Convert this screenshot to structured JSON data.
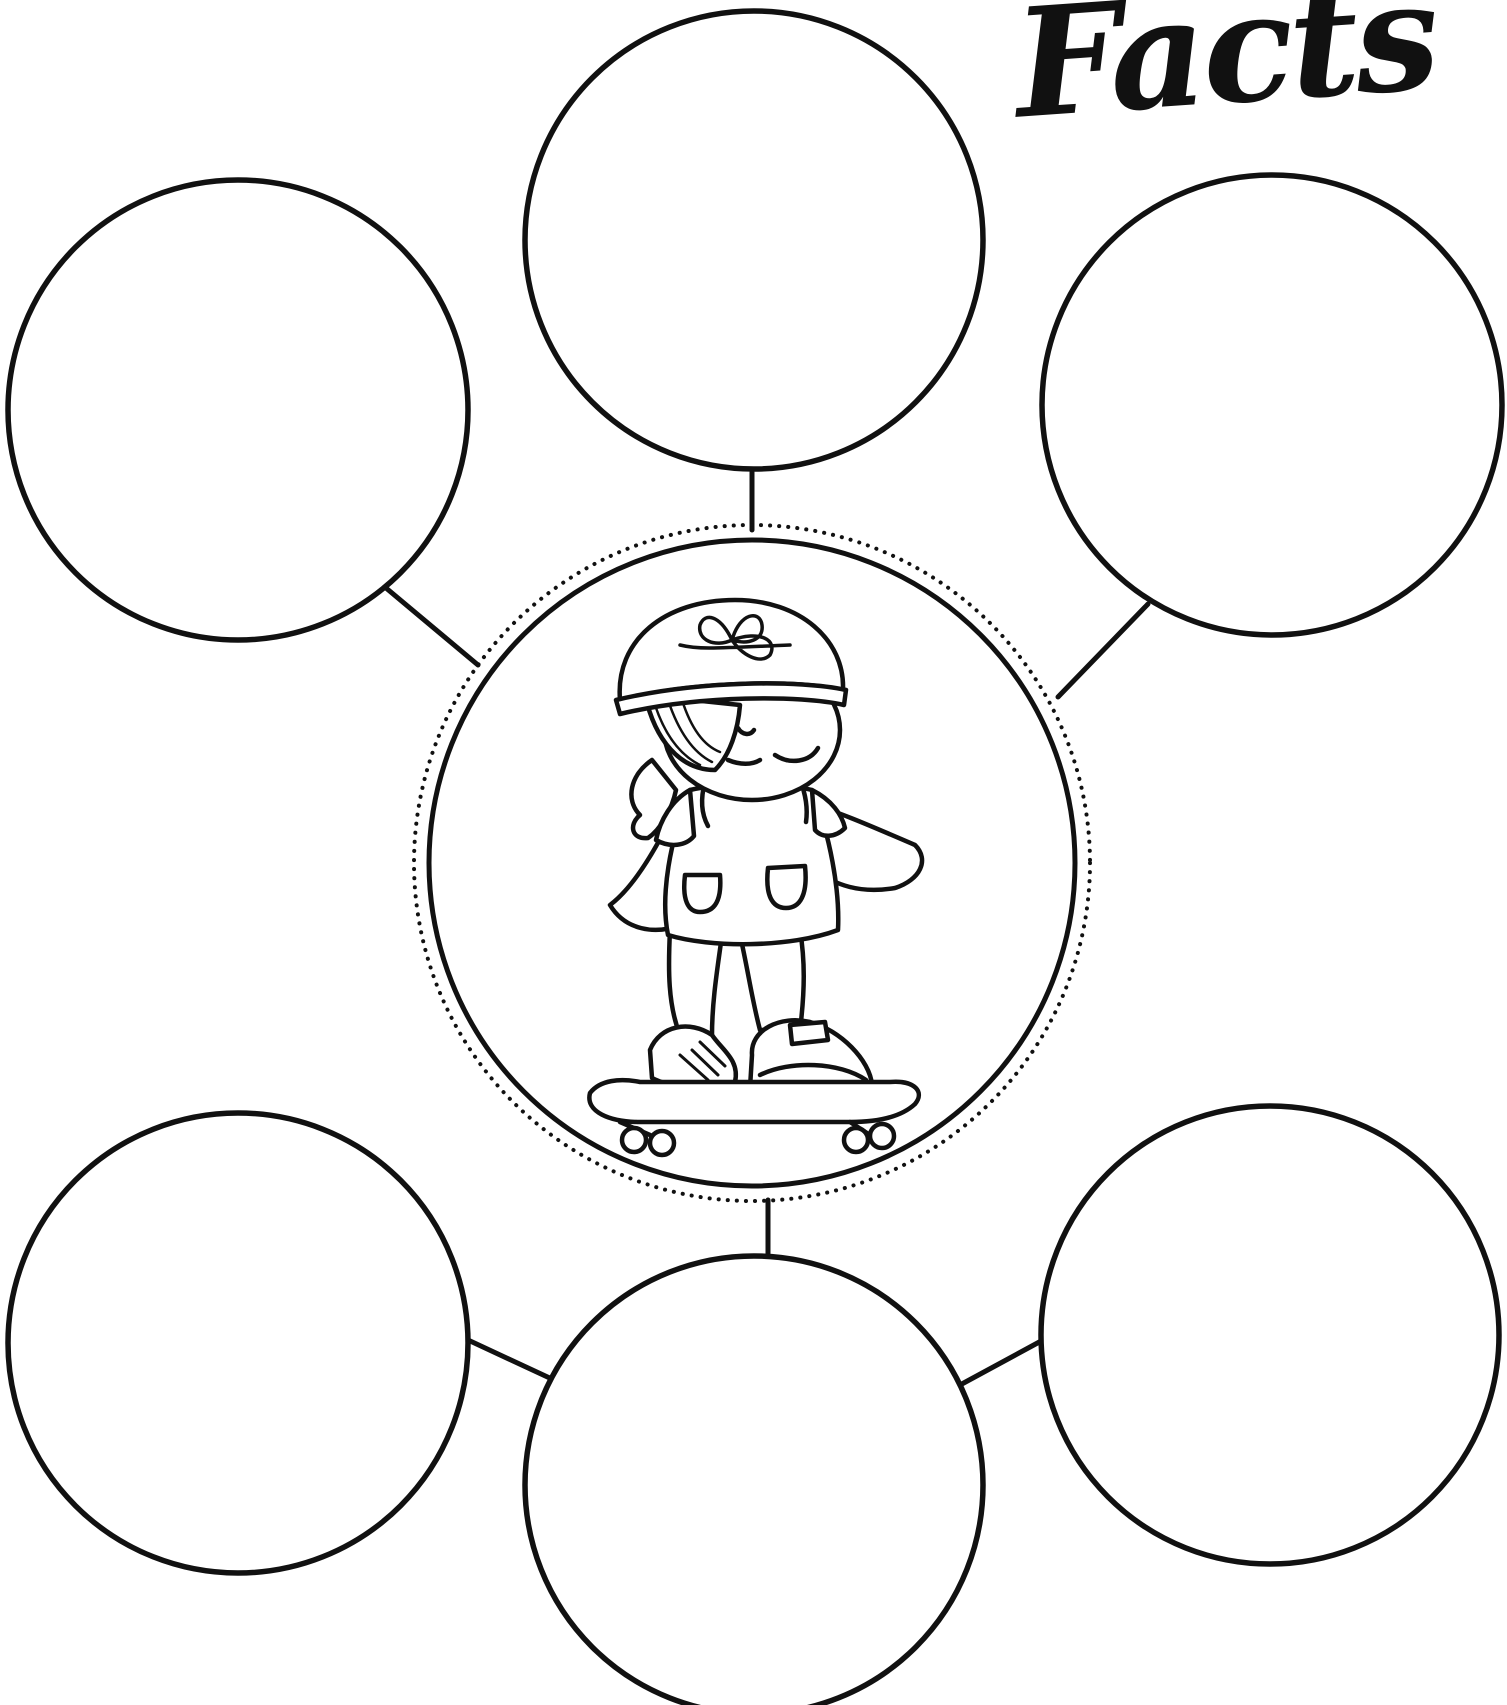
{
  "title": "Facts",
  "colors": {
    "line": "#111111",
    "background": "#ffffff"
  },
  "center": {
    "illustration": "girl-on-skateboard-icon"
  },
  "fact_bubbles": [
    {
      "name": "fact-bubble-top",
      "text": ""
    },
    {
      "name": "fact-bubble-upper-left",
      "text": ""
    },
    {
      "name": "fact-bubble-upper-right",
      "text": ""
    },
    {
      "name": "fact-bubble-lower-left",
      "text": ""
    },
    {
      "name": "fact-bubble-bottom",
      "text": ""
    },
    {
      "name": "fact-bubble-lower-right",
      "text": ""
    }
  ]
}
